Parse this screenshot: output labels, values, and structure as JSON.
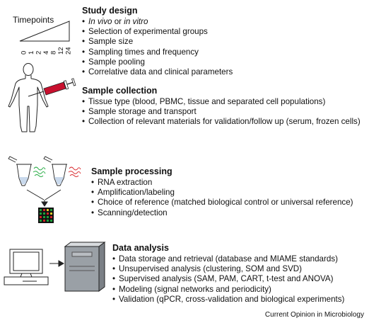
{
  "timepoints_label": "Timepoints",
  "timepoint_ticks": [
    "0",
    "1",
    "2",
    "4",
    "8",
    "12",
    "24"
  ],
  "sections": [
    {
      "title": "Study design",
      "items": [
        {
          "parts": [
            {
              "t": "In vivo",
              "i": true
            },
            {
              "t": " or ",
              "i": false
            },
            {
              "t": "in vitro",
              "i": true
            }
          ]
        },
        {
          "parts": [
            {
              "t": "Selection of experimental groups",
              "i": false
            }
          ]
        },
        {
          "parts": [
            {
              "t": "Sample size",
              "i": false
            }
          ]
        },
        {
          "parts": [
            {
              "t": "Sampling times and frequency",
              "i": false
            }
          ]
        },
        {
          "parts": [
            {
              "t": "Sample pooling",
              "i": false
            }
          ]
        },
        {
          "parts": [
            {
              "t": "Correlative data and clinical parameters",
              "i": false
            }
          ]
        }
      ]
    },
    {
      "title": "Sample collection",
      "items": [
        {
          "parts": [
            {
              "t": "Tissue type (blood, PBMC, tissue and separated cell populations)",
              "i": false
            }
          ]
        },
        {
          "parts": [
            {
              "t": "Sample storage and transport",
              "i": false
            }
          ]
        },
        {
          "parts": [
            {
              "t": "Collection of relevant materials for validation/follow up (serum, frozen cells)",
              "i": false
            }
          ]
        }
      ]
    },
    {
      "title": "Sample processing",
      "items": [
        {
          "parts": [
            {
              "t": "RNA extraction",
              "i": false
            }
          ]
        },
        {
          "parts": [
            {
              "t": "Amplification/labeling",
              "i": false
            }
          ]
        },
        {
          "parts": [
            {
              "t": "Choice of reference (matched biological control or universal reference)",
              "i": false
            }
          ]
        },
        {
          "parts": [
            {
              "t": "Scanning/detection",
              "i": false
            }
          ]
        }
      ]
    },
    {
      "title": "Data analysis",
      "items": [
        {
          "parts": [
            {
              "t": "Data storage and retrieval (database and MIAME standards)",
              "i": false
            }
          ]
        },
        {
          "parts": [
            {
              "t": "Unsupervised analysis (clustering, SOM and SVD)",
              "i": false
            }
          ]
        },
        {
          "parts": [
            {
              "t": "Supervised analysis (SAM, PAM, CART, t-test and ANOVA)",
              "i": false
            }
          ]
        },
        {
          "parts": [
            {
              "t": "Modeling (signal networks and periodicity)",
              "i": false
            }
          ]
        },
        {
          "parts": [
            {
              "t": "Validation (qPCR, cross-validation and biological experiments)",
              "i": false
            }
          ]
        }
      ]
    }
  ],
  "caption": "Current Opinion in Microbiology",
  "colors": {
    "syringe_red": "#c8102e",
    "array_green": "#1ea83c",
    "array_red": "#d8262a",
    "array_yellow": "#e8d22a",
    "server_gray": "#9aa0a6"
  }
}
